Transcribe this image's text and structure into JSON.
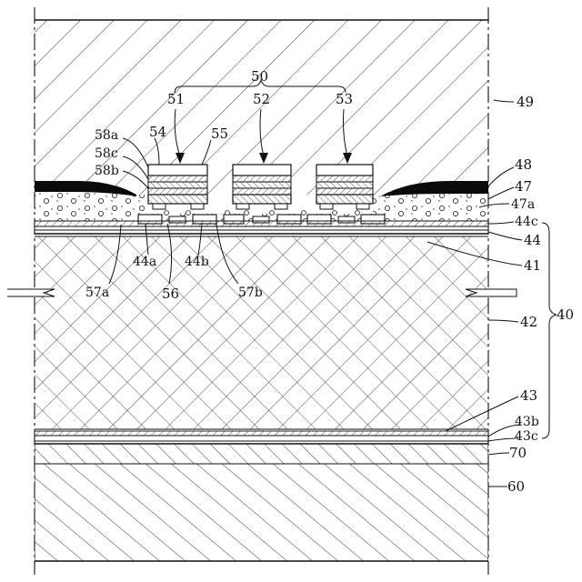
{
  "labels": {
    "l50": "50",
    "l51": "51",
    "l52": "52",
    "l53": "53",
    "l49": "49",
    "l58a": "58a",
    "l58c": "58c",
    "l58b": "58b",
    "l54": "54",
    "l55": "55",
    "l48": "48",
    "l47": "47",
    "l47a": "47a",
    "l44c": "44c",
    "l44": "44",
    "l41": "41",
    "l44a": "44a",
    "l44b": "44b",
    "l57a": "57a",
    "l56": "56",
    "l57b": "57b",
    "l40": "40",
    "l42": "42",
    "l43": "43",
    "l43b": "43b",
    "l43c": "43c",
    "l70": "70",
    "l60": "60"
  }
}
